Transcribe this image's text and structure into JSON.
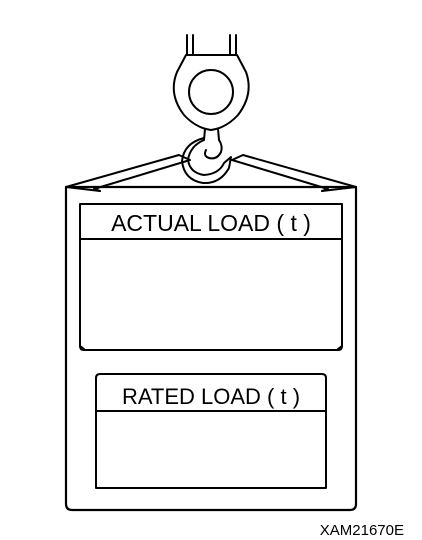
{
  "diagram": {
    "actual_load_label": "ACTUAL LOAD ( t )",
    "rated_load_label": "RATED LOAD ( t )",
    "figure_code": "XAM21670E",
    "line_color": "#000000",
    "background_color": "#ffffff"
  }
}
